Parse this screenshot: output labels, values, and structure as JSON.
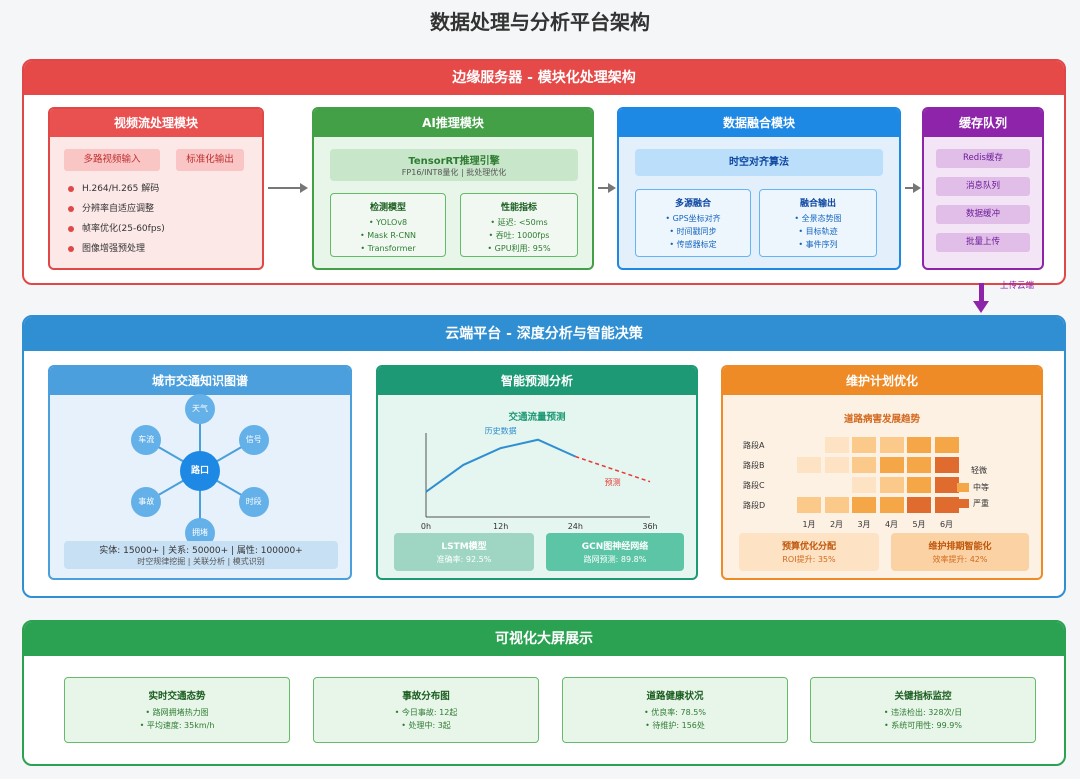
{
  "title": "数据处理与分析平台架构",
  "edge": {
    "header": "边缘服务器 - 模块化处理架构",
    "video": {
      "title": "视频流处理模块",
      "pills": [
        "多路视频输入",
        "标准化输出"
      ],
      "items": [
        "H.264/H.265 解码",
        "分辨率自适应调整",
        "帧率优化(25-60fps)",
        "图像增强预处理"
      ]
    },
    "ai": {
      "title": "AI推理模块",
      "engine_title": "TensorRT推理引擎",
      "engine_sub": "FP16/INT8量化 | 批处理优化",
      "model": {
        "title": "检测模型",
        "items": [
          "• YOLOv8",
          "• Mask R-CNN",
          "• Transformer"
        ]
      },
      "perf": {
        "title": "性能指标",
        "items": [
          "• 延迟: <50ms",
          "• 吞吐: 1000fps",
          "• GPU利用: 95%"
        ]
      }
    },
    "fusion": {
      "title": "数据融合模块",
      "algo": "时空对齐算法",
      "multi": {
        "title": "多源融合",
        "items": [
          "• GPS坐标对齐",
          "• 时间戳同步",
          "• 传感器标定"
        ]
      },
      "output": {
        "title": "融合输出",
        "items": [
          "• 全景态势图",
          "• 目标轨迹",
          "• 事件序列"
        ]
      }
    },
    "cache": {
      "title": "缓存队列",
      "items": [
        "Redis缓存",
        "消息队列",
        "数据缓冲",
        "批量上传"
      ]
    },
    "upload_label": "上传云端"
  },
  "cloud": {
    "header": "云端平台 - 深度分析与智能决策",
    "kg": {
      "title": "城市交通知识图谱",
      "center": "路口",
      "nodes": [
        "天气",
        "信号",
        "时段",
        "拥堵",
        "事故",
        "车流"
      ],
      "stats_line1": "实体: 15000+ | 关系: 50000+ | 属性: 100000+",
      "stats_line2": "时空规律挖掘 | 关联分析 | 模式识别"
    },
    "pred": {
      "title": "智能预测分析",
      "chart_title": "交通流量预测",
      "history_label": "历史数据",
      "forecast_label": "预测",
      "lstm": {
        "title": "LSTM模型",
        "sub": "准确率: 92.5%"
      },
      "gcn": {
        "title": "GCN图神经网络",
        "sub": "路网预测: 89.8%"
      }
    },
    "maint": {
      "title": "维护计划优化",
      "chart_title": "道路病害发展趋势",
      "budget": {
        "title": "预算优化分配",
        "sub": "ROI提升: 35%"
      },
      "sched": {
        "title": "维护排期智能化",
        "sub": "效率提升: 42%"
      }
    }
  },
  "screen": {
    "header": "可视化大屏展示",
    "cards": [
      {
        "title": "实时交通态势",
        "items": [
          "• 路网拥堵热力图",
          "• 平均速度: 35km/h"
        ]
      },
      {
        "title": "事故分布图",
        "items": [
          "• 今日事故: 12起",
          "• 处理中: 3起"
        ]
      },
      {
        "title": "道路健康状况",
        "items": [
          "• 优良率: 78.5%",
          "• 待维护: 156处"
        ]
      },
      {
        "title": "关键指标监控",
        "items": [
          "• 违法检出: 328次/日",
          "• 系统可用性: 99.9%"
        ]
      }
    ]
  },
  "chart_data": [
    {
      "type": "line",
      "title": "交通流量预测",
      "x": [
        "0h",
        "12h",
        "24h",
        "36h"
      ],
      "series": [
        {
          "name": "历史数据",
          "x": [
            0,
            6,
            12,
            18,
            24
          ],
          "values": [
            0.3,
            0.62,
            0.82,
            0.92,
            0.72
          ]
        },
        {
          "name": "预测",
          "x": [
            24,
            36
          ],
          "values": [
            0.72,
            0.42
          ]
        }
      ]
    },
    {
      "type": "heatmap",
      "title": "道路病害发展趋势",
      "rows": [
        "路段A",
        "路段B",
        "路段C",
        "路段D"
      ],
      "columns": [
        "1月",
        "2月",
        "3月",
        "4月",
        "5月",
        "6月"
      ],
      "values": [
        [
          0,
          1,
          2,
          2,
          3,
          3
        ],
        [
          1,
          1,
          2,
          3,
          3,
          4
        ],
        [
          0,
          0,
          1,
          2,
          3,
          4
        ],
        [
          2,
          2,
          3,
          3,
          4,
          4
        ]
      ],
      "legend": [
        "轻微",
        "中等",
        "严重"
      ],
      "colors": [
        "#fdf1e4",
        "#fde3c4",
        "#fbc98a",
        "#f5a646",
        "#e06b2e"
      ]
    }
  ]
}
